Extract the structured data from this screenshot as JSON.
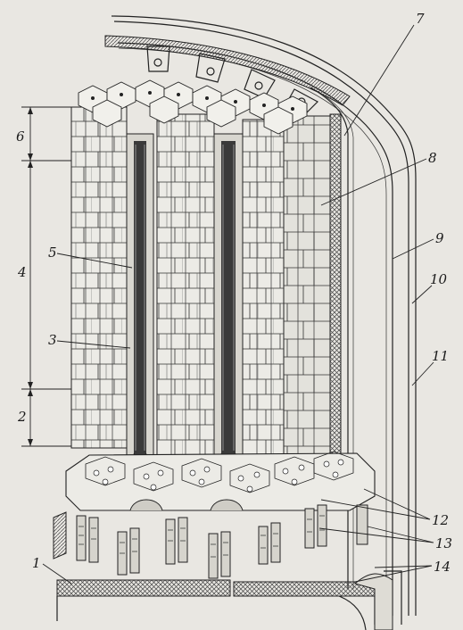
{
  "diagram": {
    "callouts": [
      {
        "id": "1",
        "label": "1"
      },
      {
        "id": "2",
        "label": "2"
      },
      {
        "id": "3",
        "label": "3"
      },
      {
        "id": "4",
        "label": "4"
      },
      {
        "id": "5",
        "label": "5"
      },
      {
        "id": "6",
        "label": "6"
      },
      {
        "id": "7",
        "label": "7"
      },
      {
        "id": "8",
        "label": "8"
      },
      {
        "id": "9",
        "label": "9"
      },
      {
        "id": "10",
        "label": "10"
      },
      {
        "id": "11",
        "label": "11"
      },
      {
        "id": "12",
        "label": "12"
      },
      {
        "id": "13",
        "label": "13"
      },
      {
        "id": "14",
        "label": "14"
      }
    ]
  },
  "colors": {
    "paper": "#e9e7e2",
    "ink": "#222222",
    "hatch": "#555555"
  }
}
